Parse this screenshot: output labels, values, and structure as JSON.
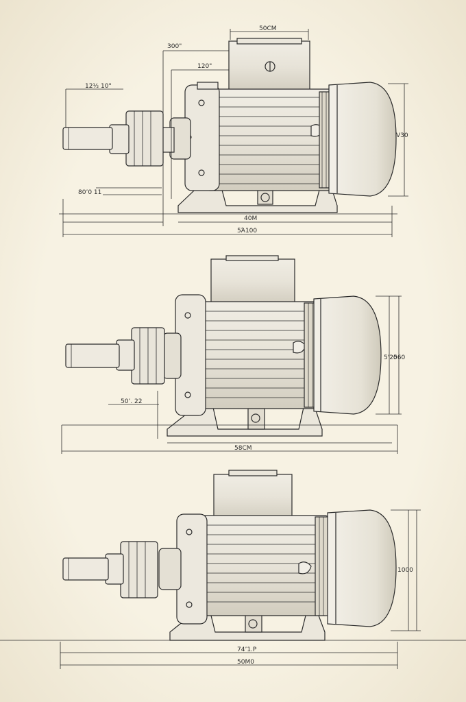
{
  "drawing": {
    "paper_color": "#f6f1e2",
    "ink_color": "#2a2a2a",
    "body_fill": "#e9e6dc",
    "views": [
      {
        "name": "view-top",
        "dims": {
          "top_width": "50CM",
          "shaft_offset": "300\"",
          "flange_offset": "120\"",
          "shaft_length": "12½ 10\"",
          "height": "V30",
          "shaft_height": "80ʼ0 11",
          "base_length": "40М",
          "overall_length": "5Ά100"
        }
      },
      {
        "name": "view-middle",
        "dims": {
          "height_a": "5'20",
          "height_b": "560",
          "shaft_height": "50ʼ. 22",
          "overall_length": "58CM"
        }
      },
      {
        "name": "view-bottom",
        "dims": {
          "height": "1000",
          "base_length": "74ʼ1.P",
          "overall_length": "50M0"
        }
      }
    ]
  }
}
